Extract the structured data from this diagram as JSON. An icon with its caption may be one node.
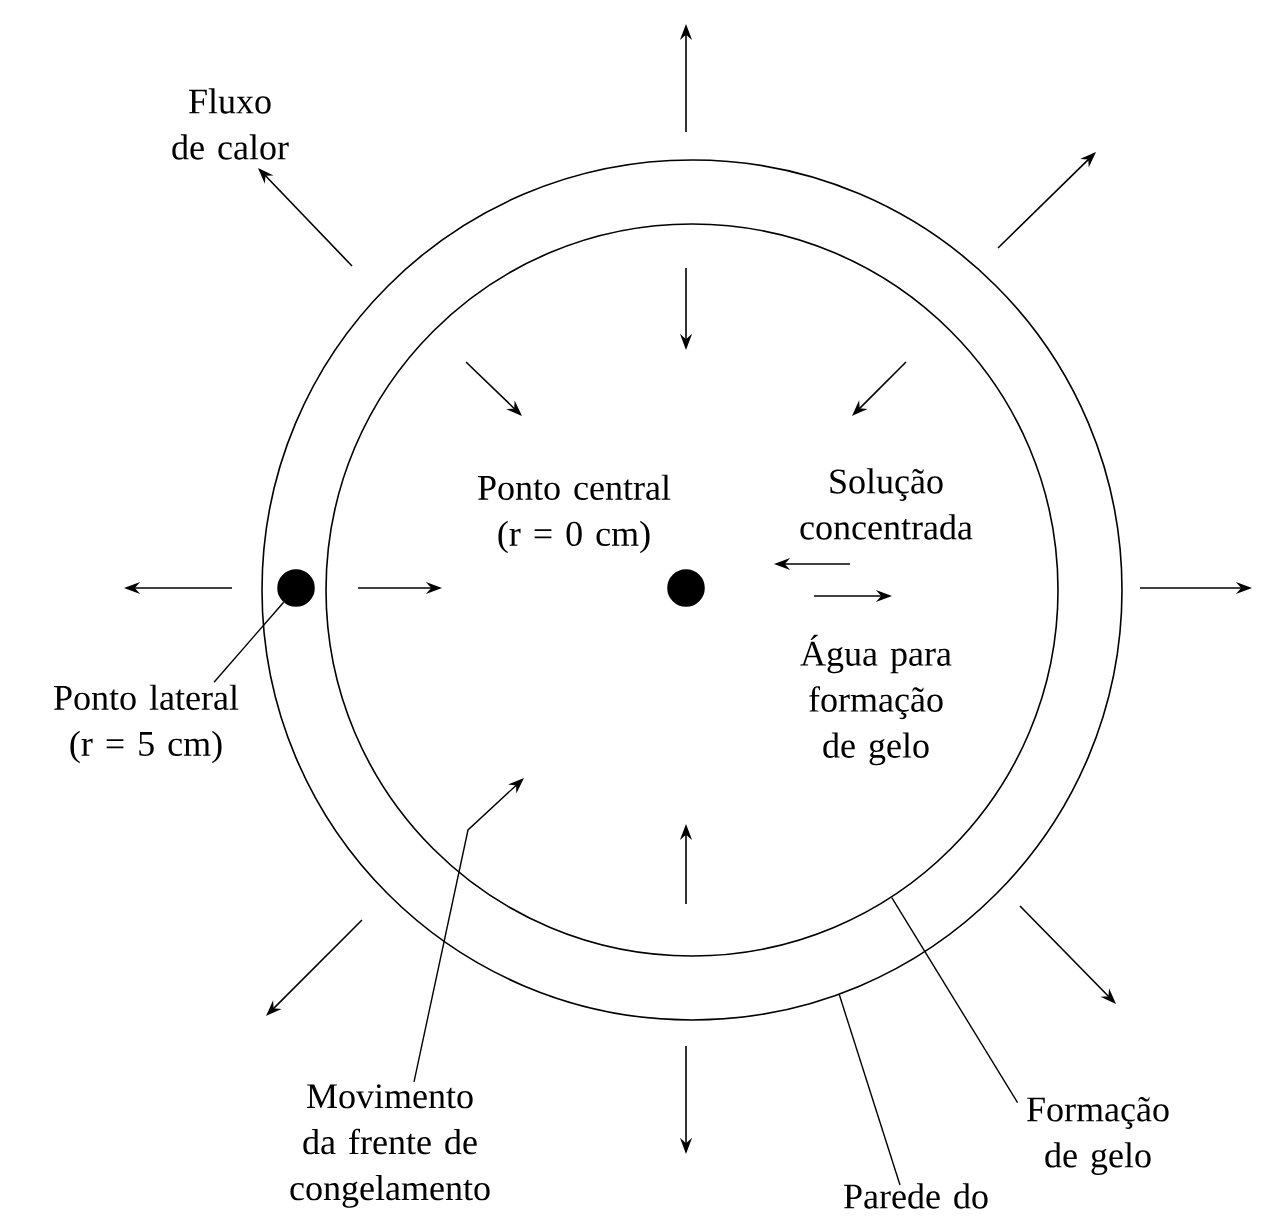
{
  "diagram": {
    "nodes": [
      {
        "text": [],
        "shape": "circle"
      },
      {
        "text": [],
        "shape": "circle",
        "in": 0
      },
      {
        "text": [],
        "shape": "circle",
        "in": 0
      },
      {
        "text": [],
        "shape": "circle",
        "in": 1
      },
      {
        "text": [
          "Ponto lateral (r = 5 cm)"
        ]
      },
      {
        "text": [
          "Movimento da frente de congelamento"
        ]
      },
      {
        "text": [
          "Formação de gelo"
        ]
      },
      {
        "text": [
          "Parede do"
        ]
      }
    ],
    "edges": [
      {
        "from": 4,
        "to": 2,
        "arrow": "none"
      },
      {
        "from": 5,
        "to": null,
        "arrow": "to"
      },
      {
        "from": 6,
        "to": 1,
        "arrow": "none"
      },
      {
        "from": 7,
        "to": 0,
        "arrow": "none"
      }
    ],
    "labels": [
      "Fluxo de calor",
      "Ponto central (r = 0 cm)",
      "Solução concentrada",
      "Água para formação de gelo"
    ]
  }
}
